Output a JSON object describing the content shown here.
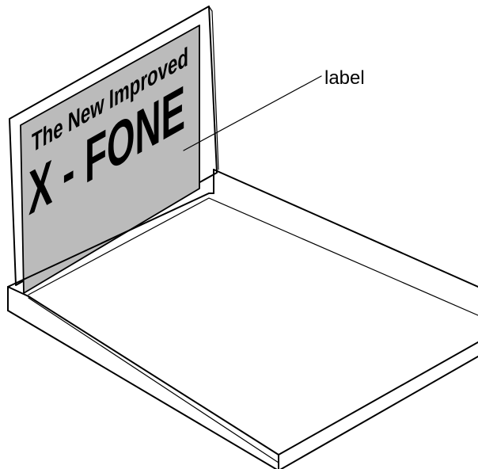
{
  "sign": {
    "line1": "The New Improved",
    "line2": "X - FONE"
  },
  "callout": {
    "text": "label"
  },
  "colors": {
    "label_fill": "#bbbbbb",
    "outline": "#000000",
    "background": "#ffffff"
  }
}
